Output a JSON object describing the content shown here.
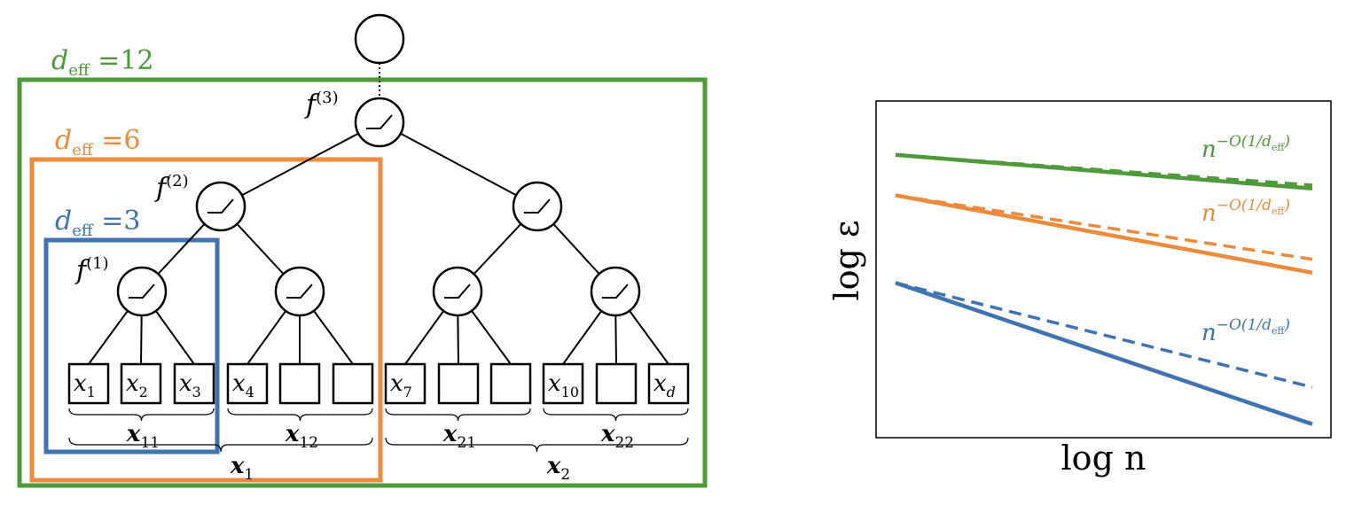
{
  "colors": {
    "green": "#4e9a3a",
    "orange": "#ee8a3c",
    "blue": "#3f74b1",
    "stroke": "#000000"
  },
  "tree": {
    "boxes": [
      {
        "name": "green",
        "deff": "12"
      },
      {
        "name": "orange",
        "deff": "6"
      },
      {
        "name": "blue",
        "deff": "3"
      }
    ],
    "deff_label": "eff",
    "deff_symbol": "d",
    "f_labels": [
      "(1)",
      "(2)",
      "(3)"
    ],
    "f_symbol": "f",
    "leaves": [
      {
        "base": "x",
        "sub": "1"
      },
      {
        "base": "x",
        "sub": "2"
      },
      {
        "base": "x",
        "sub": "3"
      },
      {
        "base": "x",
        "sub": "4"
      },
      {
        "base": "",
        "sub": ""
      },
      {
        "base": "",
        "sub": ""
      },
      {
        "base": "x",
        "sub": "7"
      },
      {
        "base": "",
        "sub": ""
      },
      {
        "base": "",
        "sub": ""
      },
      {
        "base": "x",
        "sub": "10"
      },
      {
        "base": "",
        "sub": ""
      },
      {
        "base": "x",
        "sub": "d"
      }
    ],
    "group_labels": [
      {
        "base": "x",
        "sub": "11"
      },
      {
        "base": "x",
        "sub": "12"
      },
      {
        "base": "x",
        "sub": "21"
      },
      {
        "base": "x",
        "sub": "22"
      }
    ],
    "super_group_labels": [
      {
        "base": "x",
        "sub": "1"
      },
      {
        "base": "x",
        "sub": "2"
      }
    ]
  },
  "plot": {
    "xlabel": "log n",
    "ylabel": "log ε",
    "rate_base": "n",
    "rate_exponent": "−O(1/d",
    "rate_exponent_sub": "eff",
    "rate_exponent_close": ")",
    "series": [
      {
        "color": "#4e9a3a",
        "solid": [
          [
            0,
            0.84
          ],
          [
            1,
            0.74
          ]
        ],
        "dashed": [
          [
            0,
            0.84
          ],
          [
            1,
            0.75
          ]
        ]
      },
      {
        "color": "#ee8a3c",
        "solid": [
          [
            0,
            0.72
          ],
          [
            1,
            0.49
          ]
        ],
        "dashed": [
          [
            0,
            0.72
          ],
          [
            1,
            0.53
          ]
        ]
      },
      {
        "color": "#3f74b1",
        "solid": [
          [
            0,
            0.46
          ],
          [
            1,
            0.04
          ]
        ],
        "dashed": [
          [
            0,
            0.46
          ],
          [
            1,
            0.15
          ]
        ]
      }
    ]
  }
}
